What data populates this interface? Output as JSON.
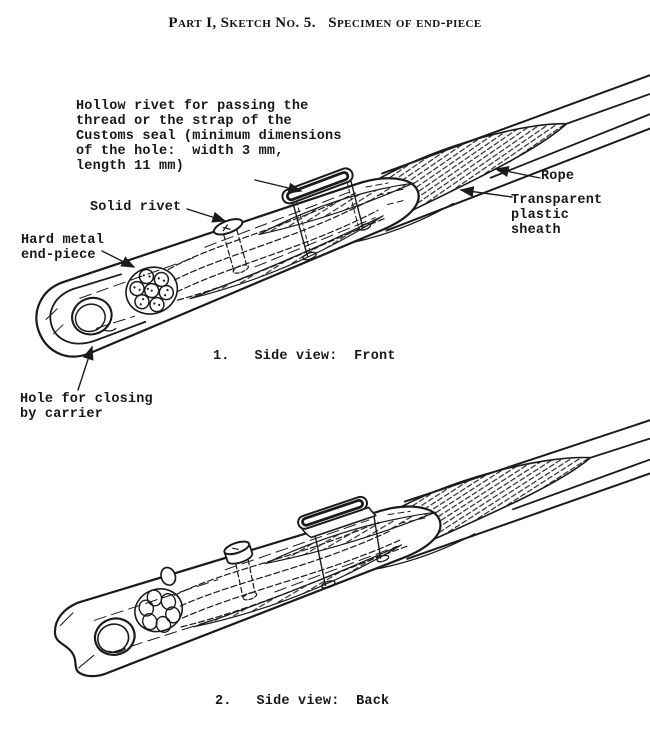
{
  "page": {
    "title": "Part I, Sketch No. 5.   Specimen of end-piece",
    "ink_color": "#1b1b1b",
    "background_color": "#ffffff"
  },
  "figure_front": {
    "caption": "1.   Side view:  Front",
    "labels": {
      "hollow_rivet": "Hollow rivet for passing the\nthread or the strap of the\nCustoms seal (minimum dimensions\nof the hole:  width 3 mm,\nlength 11 mm)",
      "solid_rivet": "Solid rivet",
      "hard_metal_end_piece": "Hard metal\nend-piece",
      "rope": "Rope",
      "transparent_plastic_sheath": "Transparent\nplastic\nsheath",
      "hole_for_closing": "Hole for closing\nby carrier"
    }
  },
  "figure_back": {
    "caption": "2.   Side view:  Back"
  }
}
